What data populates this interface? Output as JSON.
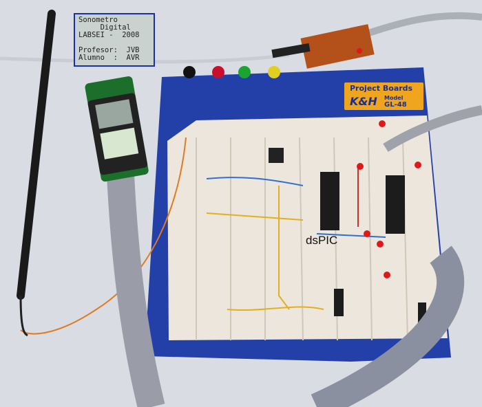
{
  "lcd": {
    "lines": [
      "Sonometro",
      "     Digital",
      "LABSEI -  2008",
      "",
      "Profesor:  JVB",
      "Alumno  :  AVR"
    ]
  },
  "board_label": {
    "line1": "Project Boards",
    "brand": "K&H",
    "model_word": "Model",
    "model": "GL-48"
  },
  "annotation": "dsPIC",
  "colors": {
    "board": "#2340a8",
    "breadboard": "#ece6dc",
    "background": "#d9dce2",
    "label": "#f0a51e"
  }
}
